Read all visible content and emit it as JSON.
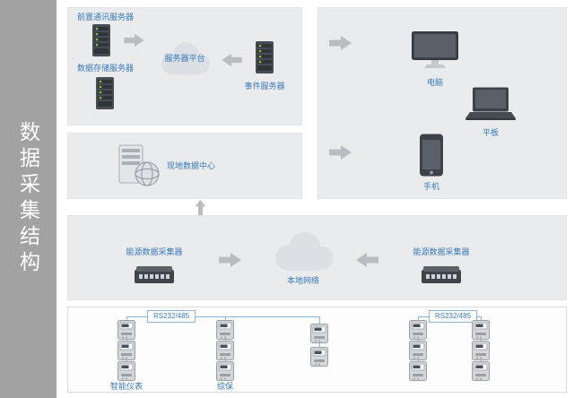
{
  "sidebar": {
    "title": "数据采集结构"
  },
  "panels": {
    "servers": {
      "front_label": "前置通讯服务器",
      "storage_label": "数据存储服务器",
      "platform_label": "服务器平台",
      "event_label": "事件服务器"
    },
    "clients": {
      "pc_label": "电脑",
      "tablet_label": "平板",
      "phone_label": "手机"
    },
    "datacenter": {
      "label": "现地数据中心"
    },
    "network": {
      "collector_left_label": "能源数据采集器",
      "collector_right_label": "能源数据采集器",
      "cloud_label": "本地网络"
    },
    "field": {
      "bus_left_label": "RS232/485",
      "bus_right_label": "RS232/485",
      "meter_group_label": "智能仪表",
      "protection_group_label": "综保"
    }
  },
  "colors": {
    "accent_blue": "#3a7ab8",
    "sidebar_bg": "#a2a2a2",
    "panel_bg": "#e9ebed",
    "arrow_gray": "#b9bdc2",
    "line_blue": "#8fb4d1"
  }
}
